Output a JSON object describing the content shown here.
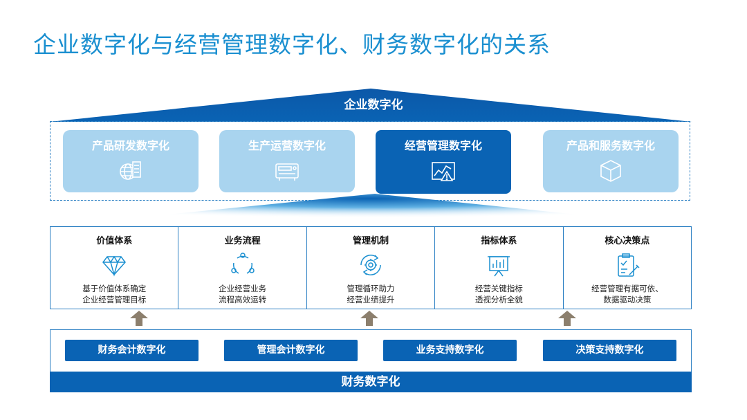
{
  "title": "企业数字化与经营管理数字化、财务数字化的关系",
  "roof": {
    "label": "企业数字化"
  },
  "top_row": [
    {
      "label": "产品研发数字化",
      "icon": "globe-server-icon",
      "active": false
    },
    {
      "label": "生产运营数字化",
      "icon": "machine-panel-icon",
      "active": false
    },
    {
      "label": "经营管理数字化",
      "icon": "chart-warning-icon",
      "active": true
    },
    {
      "label": "产品和服务数字化",
      "icon": "cube-icon",
      "active": false
    }
  ],
  "pillars": [
    {
      "heading": "价值体系",
      "icon": "diamond-icon",
      "desc1": "基于价值体系确定",
      "desc2": "企业经营管理目标"
    },
    {
      "heading": "业务流程",
      "icon": "cycle-icon",
      "desc1": "企业经营业务",
      "desc2": "流程高效运转"
    },
    {
      "heading": "管理机制",
      "icon": "gear-loop-icon",
      "desc1": "管理循环助力",
      "desc2": "经营业绩提升"
    },
    {
      "heading": "指标体系",
      "icon": "presentation-chart-icon",
      "desc1": "经营关键指标",
      "desc2": "透视分析全貌"
    },
    {
      "heading": "核心决策点",
      "icon": "clipboard-check-icon",
      "desc1": "经营管理有据可依、",
      "desc2": "数据驱动决策"
    }
  ],
  "base_items": [
    "财务会计数字化",
    "管理会计数字化",
    "业务支持数字化",
    "决策支持数字化"
  ],
  "base_bar": {
    "label": "财务数字化"
  },
  "colors": {
    "title": "#1a8fd0",
    "dark_blue": "#0a63b4",
    "light_blue": "#a9d4ef",
    "frame": "#2b7fc3"
  }
}
